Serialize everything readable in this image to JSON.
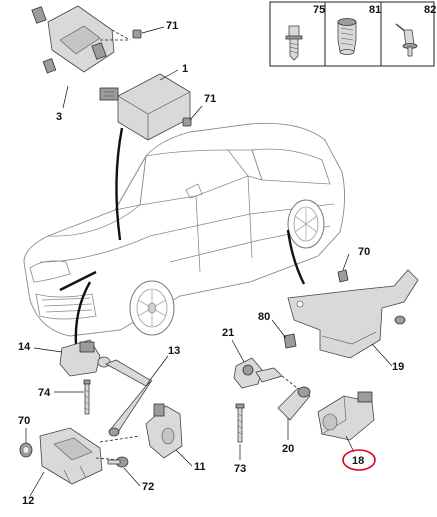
{
  "callouts": {
    "c1": "1",
    "c3": "3",
    "c71a": "71",
    "c71b": "71",
    "c70a": "70",
    "c70b": "70",
    "c80": "80",
    "c19": "19",
    "c21": "21",
    "c20": "20",
    "c73": "73",
    "c18": "18",
    "c14": "14",
    "c13": "13",
    "c74": "74",
    "c11": "11",
    "c72": "72",
    "c12": "12"
  },
  "inset": {
    "c75": "75",
    "c81": "81",
    "c82": "82"
  },
  "highlight": {
    "part": "18",
    "ring_color": "#e0001b"
  }
}
